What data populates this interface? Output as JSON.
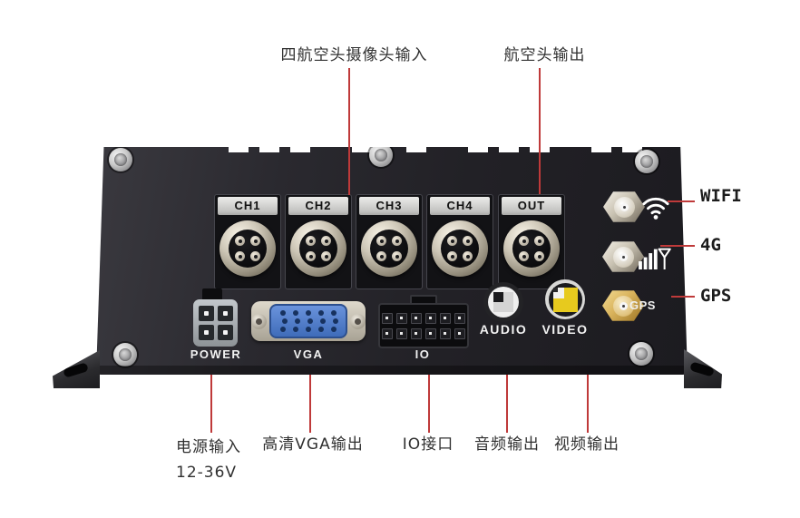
{
  "annotations": {
    "top": {
      "camera_inputs": "四航空头摄像头输入",
      "aviation_output": "航空头输出"
    },
    "right": {
      "wifi": "WIFI",
      "cellular": "4G",
      "gps": "GPS"
    },
    "bottom": {
      "power_line1": "电源输入",
      "power_line2": "12-36V",
      "vga": "高清VGA输出",
      "io": "IO接口",
      "audio": "音频输出",
      "video": "视频输出"
    }
  },
  "device": {
    "channels": [
      "CH1",
      "CH2",
      "CH3",
      "CH4",
      "OUT"
    ],
    "ports": {
      "power": "POWER",
      "vga": "VGA",
      "io": "IO",
      "audio": "AUDIO",
      "video": "VIDEO"
    },
    "panel_print_gps": "GPS"
  },
  "colors": {
    "leader_line": "#bf3a3a",
    "body_dark": "#232227",
    "label_plate": "#d6d6d4",
    "vga_blue": "#4e7ecf",
    "video_yellow": "#e7ca1e",
    "gps_gold": "#d4aa55",
    "background": "#ffffff"
  }
}
